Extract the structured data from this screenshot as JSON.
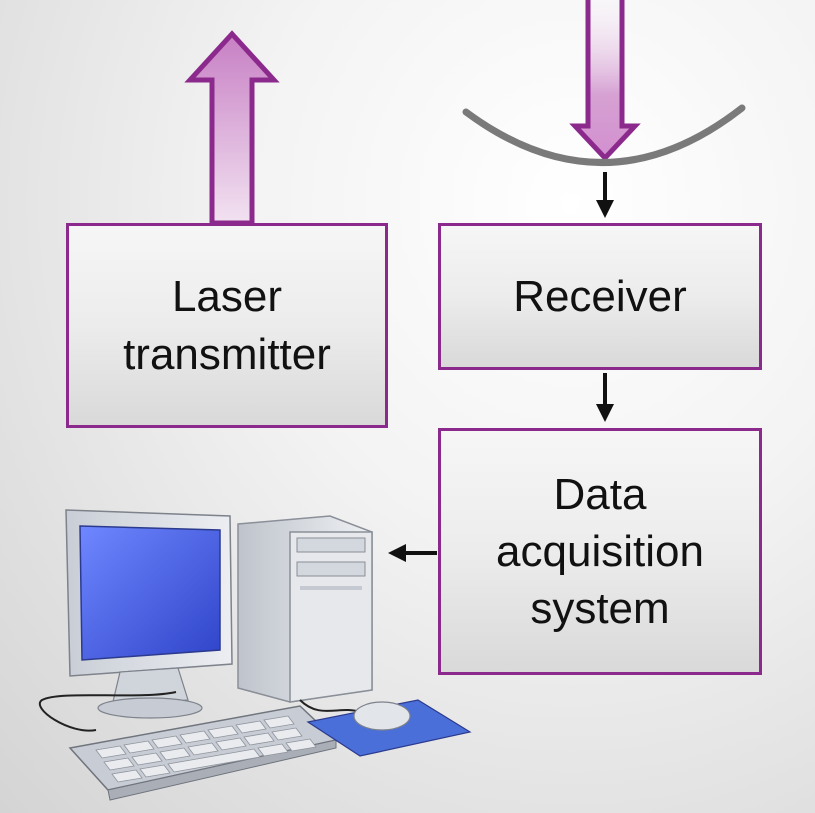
{
  "diagram": {
    "blocks": {
      "laser_transmitter": {
        "line1": "Laser",
        "line2": "transmitter"
      },
      "receiver": {
        "label": "Receiver"
      },
      "data_acquisition": {
        "line1": "Data",
        "line2": "acquisition",
        "line3": "system"
      }
    },
    "connections": [
      {
        "from": "laser_transmitter",
        "to": "atmosphere",
        "kind": "laser-beam-out"
      },
      {
        "from": "atmosphere",
        "to": "telescope-mirror",
        "kind": "backscatter-in"
      },
      {
        "from": "telescope-mirror",
        "to": "receiver",
        "kind": "signal"
      },
      {
        "from": "receiver",
        "to": "data_acquisition",
        "kind": "signal"
      },
      {
        "from": "data_acquisition",
        "to": "computer",
        "kind": "data"
      }
    ],
    "colors": {
      "box_border": "#8b2a8c",
      "beam_fill": "#e5c1e2",
      "beam_outline": "#8b2a8c",
      "mirror": "#7a7a7a",
      "arrow": "#111111",
      "screen": "#3d5ce6"
    },
    "icons": [
      "laser-beam-up-icon",
      "backscatter-beam-down-icon",
      "telescope-mirror-icon",
      "desktop-computer-icon"
    ]
  }
}
